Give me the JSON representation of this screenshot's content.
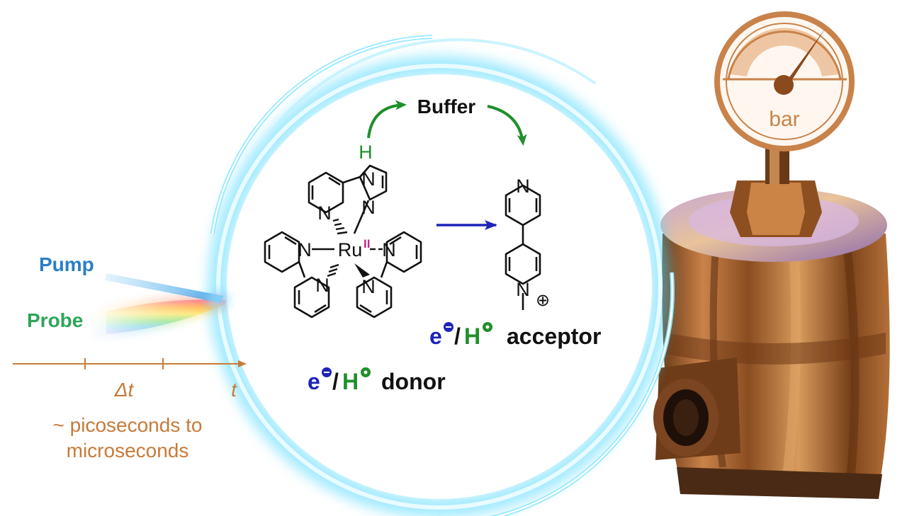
{
  "colors": {
    "pump": "#2a7fc8",
    "probe": "#2fa55a",
    "timeline": "#c77a3a",
    "glow": "#4fd8ff",
    "ligand_bond": "#111111",
    "ru_oxidation": "#c0288e",
    "buffer_arrow": "#1f8f2a",
    "transfer_arrow": "#1d24b8",
    "electron": "#1d24b8",
    "proton": "#1f8f2a",
    "gauge": "#c8824a",
    "vessel": "#9a5a24"
  },
  "laser": {
    "pump_label": "Pump",
    "probe_label": "Probe"
  },
  "timeline": {
    "delta_label": "Δt",
    "time_label": "t",
    "range_line1": "~ picoseconds to",
    "range_line2": "microseconds"
  },
  "complex": {
    "metal": "Ru",
    "oxidation_state": "II",
    "imidazole_h": "H",
    "nitrogen": "N"
  },
  "buffer_label": "Buffer",
  "acceptor": {
    "electron": "e",
    "slash": "/",
    "proton": "H",
    "word": "acceptor",
    "ring_n": "N",
    "charge": "⊕"
  },
  "donor": {
    "electron": "e",
    "slash": "/",
    "proton": "H",
    "word": "donor"
  },
  "gauge": {
    "unit": "bar"
  },
  "icons": {
    "electron_charge": "circled-minus-icon",
    "proton_charge": "circled-plus-icon",
    "pressure_gauge": "pressure-gauge-icon",
    "pressure_vessel": "pressure-vessel-icon"
  }
}
